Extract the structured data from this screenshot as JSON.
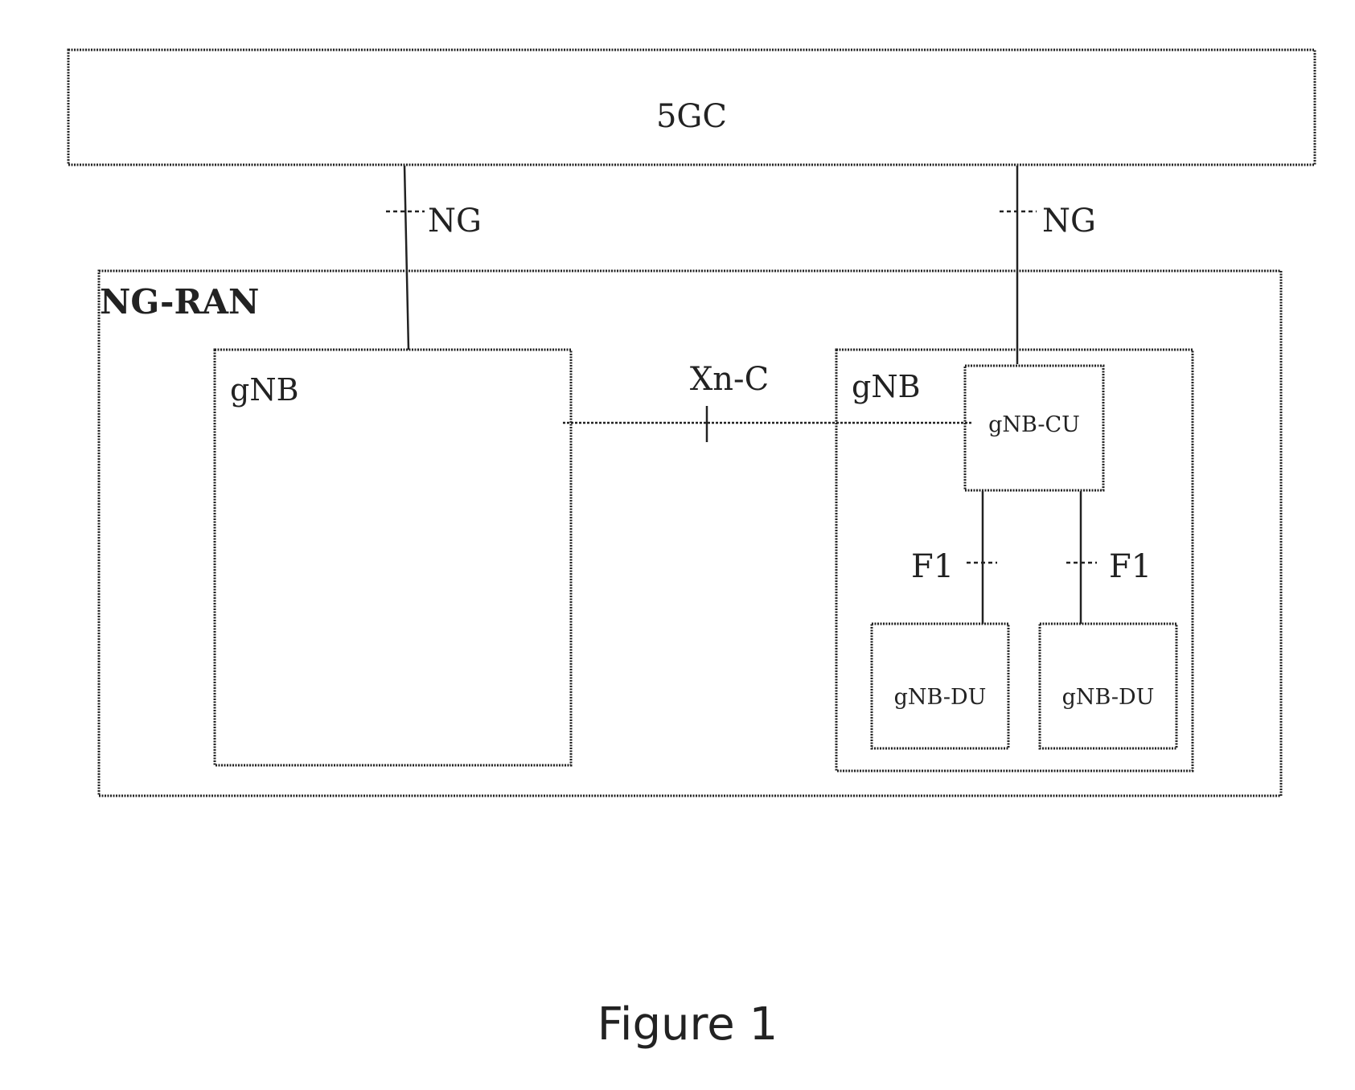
{
  "diagram": {
    "core_network": {
      "label": "5GC"
    },
    "interfaces": {
      "ng_left": "NG",
      "ng_right": "NG",
      "xn": "Xn-C",
      "f1_left": "F1",
      "f1_right": "F1"
    },
    "ran": {
      "label": "NG-RAN"
    },
    "gnb_left": {
      "label": "gNB"
    },
    "gnb_right": {
      "label": "gNB",
      "cu_label": "gNB-CU",
      "du_left_label": "gNB-DU",
      "du_right_label": "gNB-DU"
    }
  },
  "caption": "Figure 1"
}
